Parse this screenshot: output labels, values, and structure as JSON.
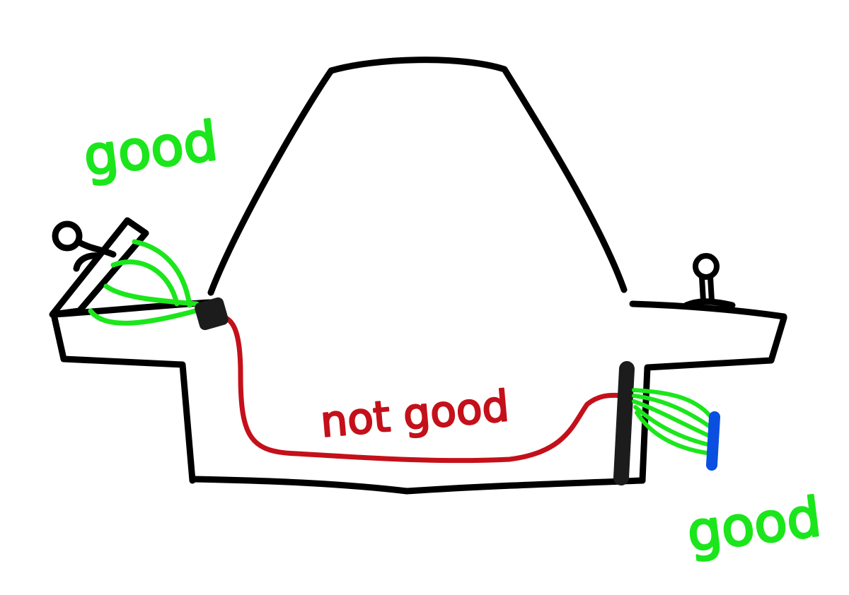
{
  "labels": {
    "top_left": "good",
    "middle": "not good",
    "bottom_right": "good"
  },
  "colors": {
    "outline": "#000000",
    "good": "#1be61b",
    "not_good": "#c4101a",
    "connector": "#1c1c1c",
    "plug": "#0a4fe0"
  },
  "icons": {
    "left_hinge": "hinge-icon",
    "right_hinge": "hinge-icon",
    "left_connector": "connector-icon",
    "right_connector": "connector-icon",
    "plug": "plug-icon"
  }
}
